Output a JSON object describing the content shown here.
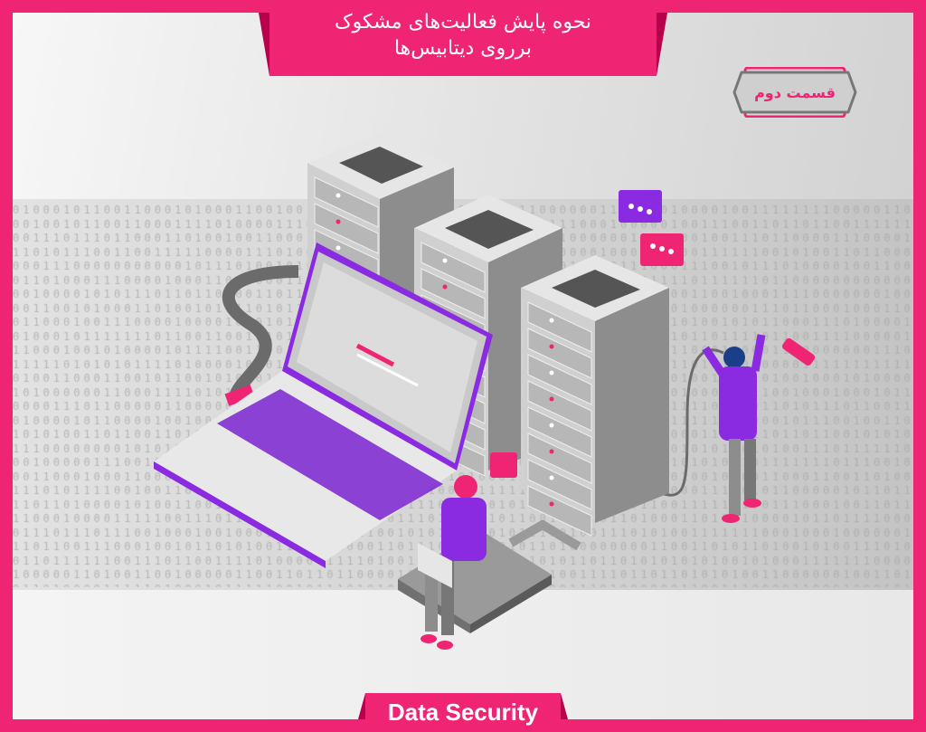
{
  "title": {
    "line1": "نحوه پایش فعالیت‌های مشکوک",
    "line2": "برروی دیتابیس‌ها"
  },
  "part_badge": "قسمت دوم",
  "footer_label": "Data Security",
  "colors": {
    "brand_pink": "#ef2473",
    "dark_pink": "#b8004c",
    "purple": "#8a2be2",
    "gray": "#9a9a9a"
  }
}
